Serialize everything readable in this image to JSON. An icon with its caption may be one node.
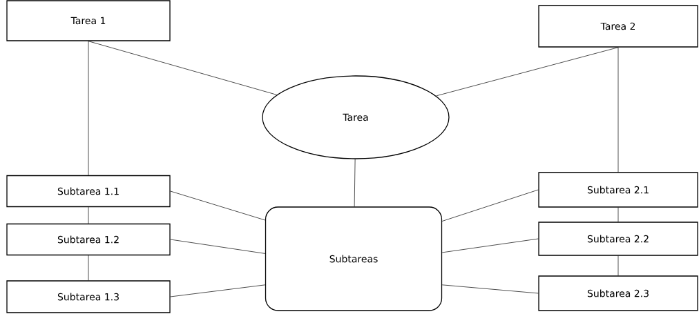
{
  "diagram": {
    "nodes": [
      {
        "text": [
          "Tarea 1"
        ]
      },
      {
        "text": [
          "Tarea 2"
        ]
      },
      {
        "text": [
          "Tarea"
        ]
      },
      {
        "text": [
          "Subtareas"
        ]
      },
      {
        "text": [
          "Subtarea 1.1"
        ]
      },
      {
        "text": [
          "Subtarea 1.2"
        ]
      },
      {
        "text": [
          "Subtarea 1.3"
        ]
      },
      {
        "text": [
          "Subtarea 2.1"
        ]
      },
      {
        "text": [
          "Subtarea 2.2"
        ]
      },
      {
        "text": [
          "Subtarea 2.3"
        ]
      }
    ],
    "edges": [
      {
        "from": 0,
        "to": 2,
        "arrow": "none"
      },
      {
        "from": 0,
        "to": 4,
        "arrow": "none"
      },
      {
        "from": 1,
        "to": 2,
        "arrow": "none"
      },
      {
        "from": 1,
        "to": 7,
        "arrow": "none"
      },
      {
        "from": 2,
        "to": 3,
        "arrow": "none"
      },
      {
        "from": 4,
        "to": 5,
        "arrow": "none"
      },
      {
        "from": 5,
        "to": 6,
        "arrow": "none"
      },
      {
        "from": 7,
        "to": 8,
        "arrow": "none"
      },
      {
        "from": 8,
        "to": 9,
        "arrow": "none"
      },
      {
        "from": 4,
        "to": 3,
        "arrow": "none"
      },
      {
        "from": 5,
        "to": 3,
        "arrow": "none"
      },
      {
        "from": 6,
        "to": 3,
        "arrow": "none"
      },
      {
        "from": 7,
        "to": 3,
        "arrow": "none"
      },
      {
        "from": 8,
        "to": 3,
        "arrow": "none"
      },
      {
        "from": 9,
        "to": 3,
        "arrow": "none"
      }
    ]
  }
}
